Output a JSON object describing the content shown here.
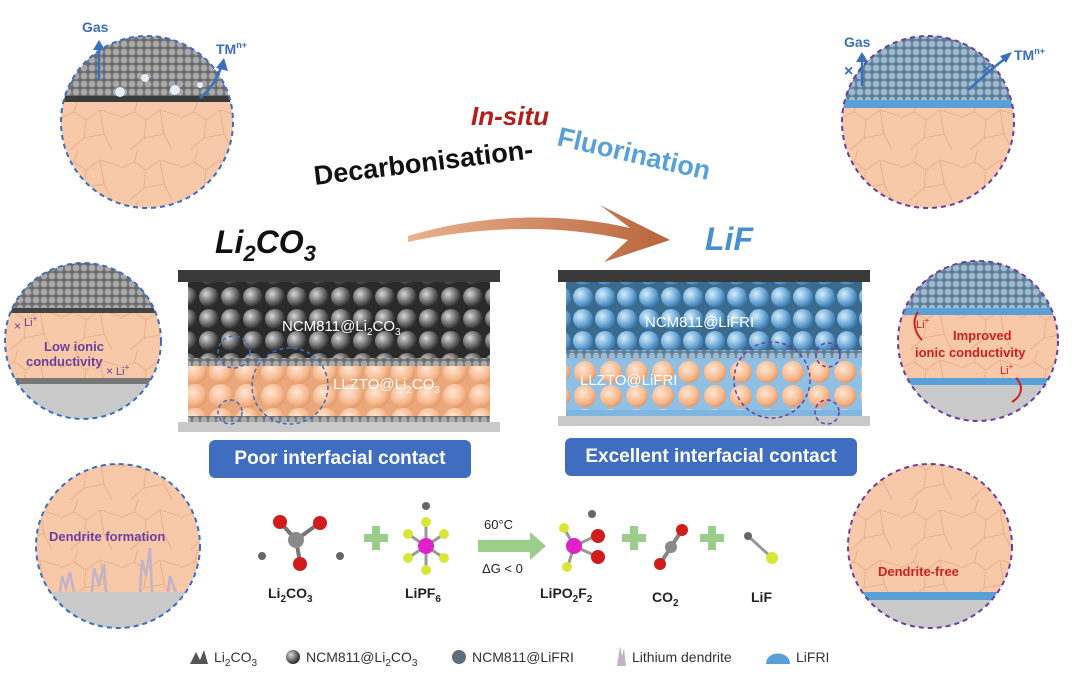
{
  "title": {
    "line1": "In-situ",
    "line2a": "Decarbonisation-",
    "line2b": "Fluorination"
  },
  "left_compound": "Li2CO3",
  "right_compound": "LiF",
  "left_cell": {
    "cathode_label": "NCM811@Li2CO3",
    "electrolyte_label": "LLZTO@Li2CO3",
    "caption": "Poor interfacial contact"
  },
  "right_cell": {
    "cathode_label": "NCM811@LiFRI",
    "electrolyte_label": "LLZTO@LiFRI",
    "caption": "Excellent interfacial contact"
  },
  "circles": {
    "top_left": {
      "gas": "Gas",
      "tm": "TMn+"
    },
    "top_right": {
      "gas": "Gas",
      "tm": "TMn+"
    },
    "mid_left": {
      "text1": "Low ionic",
      "text2": "conductivity",
      "li": "Li+"
    },
    "mid_right": {
      "text1": "Improved",
      "text2": "ionic conductivity",
      "li": "Li+"
    },
    "bottom_left": {
      "text": "Dendrite formation"
    },
    "bottom_right": {
      "text": "Dendrite-free"
    }
  },
  "reaction": {
    "condition_top": "60°C",
    "condition_bottom": "ΔG < 0",
    "species": [
      "Li2CO3",
      "LiPF6",
      "LiPO2F2",
      "CO2",
      "LiF"
    ]
  },
  "legend": [
    {
      "label": "Li2CO3",
      "icon": "li2co3-chip-icon"
    },
    {
      "label": "NCM811@Li2CO3",
      "icon": "gray-sphere-icon"
    },
    {
      "label": "NCM811@LiFRI",
      "icon": "dark-sphere-icon"
    },
    {
      "label": "Lithium dendrite",
      "icon": "dendrite-icon"
    },
    {
      "label": "LiFRI",
      "icon": "blue-cap-icon"
    }
  ],
  "colors": {
    "title_red": "#b31d1d",
    "fluor_blue": "#5aa0d8",
    "caption_blue": "#3f6ec0",
    "peach": "#f6c3a0",
    "circle_blue_dash": "#3a6fc0",
    "circle_purple_dash": "#6b3fa0"
  }
}
